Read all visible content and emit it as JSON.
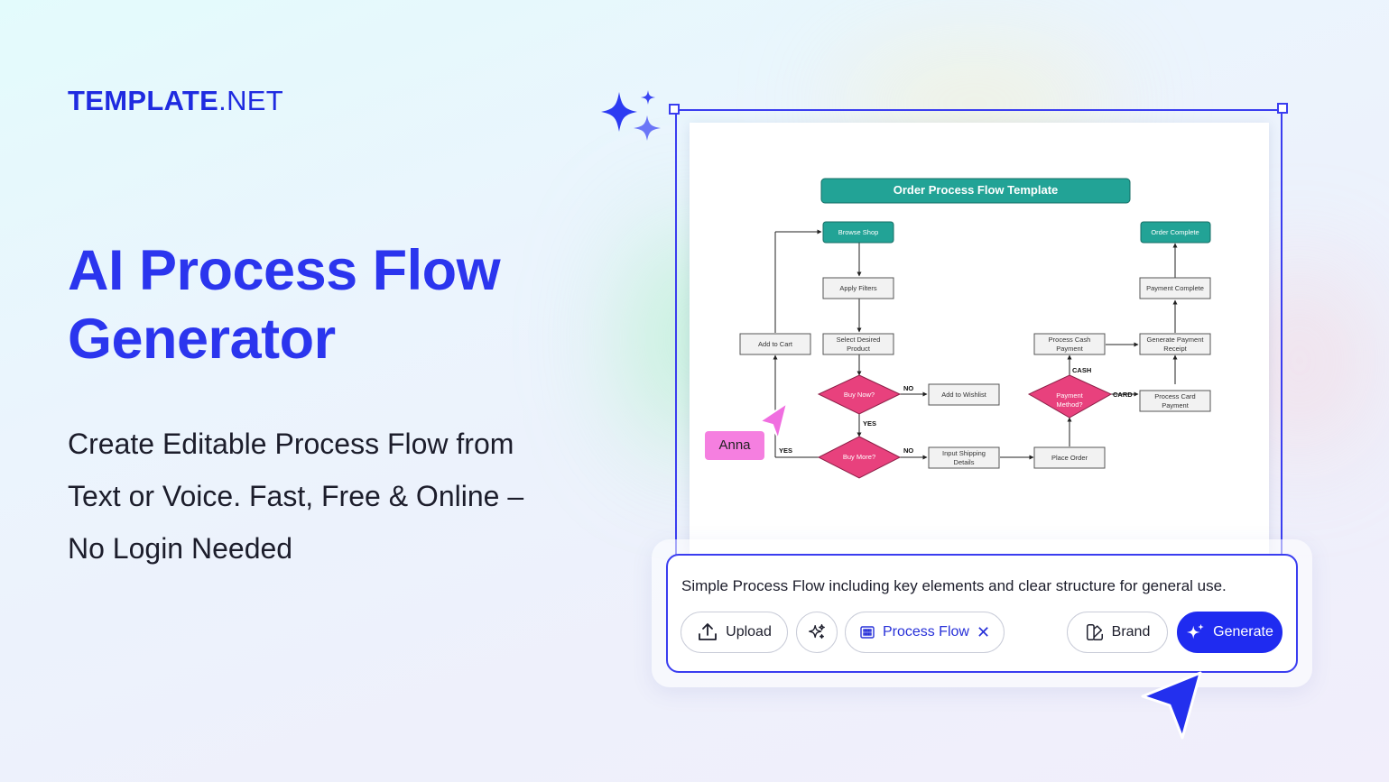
{
  "brand": {
    "bold": "TEMPLATE",
    "light": ".NET"
  },
  "hero": {
    "title_line1": "AI Process Flow",
    "title_line2": "Generator",
    "subtitle_line1": "Create Editable Process Flow from",
    "subtitle_line2": "Text or Voice. Fast, Free & Online –",
    "subtitle_line3": "No Login Needed"
  },
  "flowchart": {
    "title": "Order Process Flow Template",
    "nodes": {
      "browse_shop": "Browse Shop",
      "apply_filters": "Apply Filters",
      "select_product_1": "Select Desired",
      "select_product_2": "Product",
      "add_to_cart": "Add to Cart",
      "buy_now": "Buy Now?",
      "add_to_wishlist": "Add to Wishlist",
      "buy_more": "Buy More?",
      "input_shipping_1": "Input Shipping",
      "input_shipping_2": "Details",
      "place_order": "Place Order",
      "payment_method_1": "Payment",
      "payment_method_2": "Method?",
      "process_cash_1": "Process Cash",
      "process_cash_2": "Payment",
      "process_card_1": "Process Card",
      "process_card_2": "Payment",
      "generate_receipt_1": "Generate Payment",
      "generate_receipt_2": "Receipt",
      "payment_complete": "Payment Complete",
      "order_complete": "Order Complete"
    },
    "edge_labels": {
      "no_1": "NO",
      "yes_1": "YES",
      "no_2": "NO",
      "yes_2": "YES",
      "cash": "CASH",
      "card": "CARD"
    },
    "colors": {
      "teal": "#22a396",
      "pink": "#e8417d",
      "box": "#f2f2f2"
    }
  },
  "collaborator": {
    "name": "Anna"
  },
  "prompt": {
    "text": "Simple Process Flow including key elements and clear structure for general use.",
    "upload_label": "Upload",
    "enhance_icon": "sparkle-wand-icon",
    "tag_label": "Process Flow",
    "brand_label": "Brand",
    "generate_label": "Generate"
  },
  "colors": {
    "accent": "#1f2bf0",
    "heading": "#2b35ee",
    "collaborator": "#f57fe0"
  }
}
